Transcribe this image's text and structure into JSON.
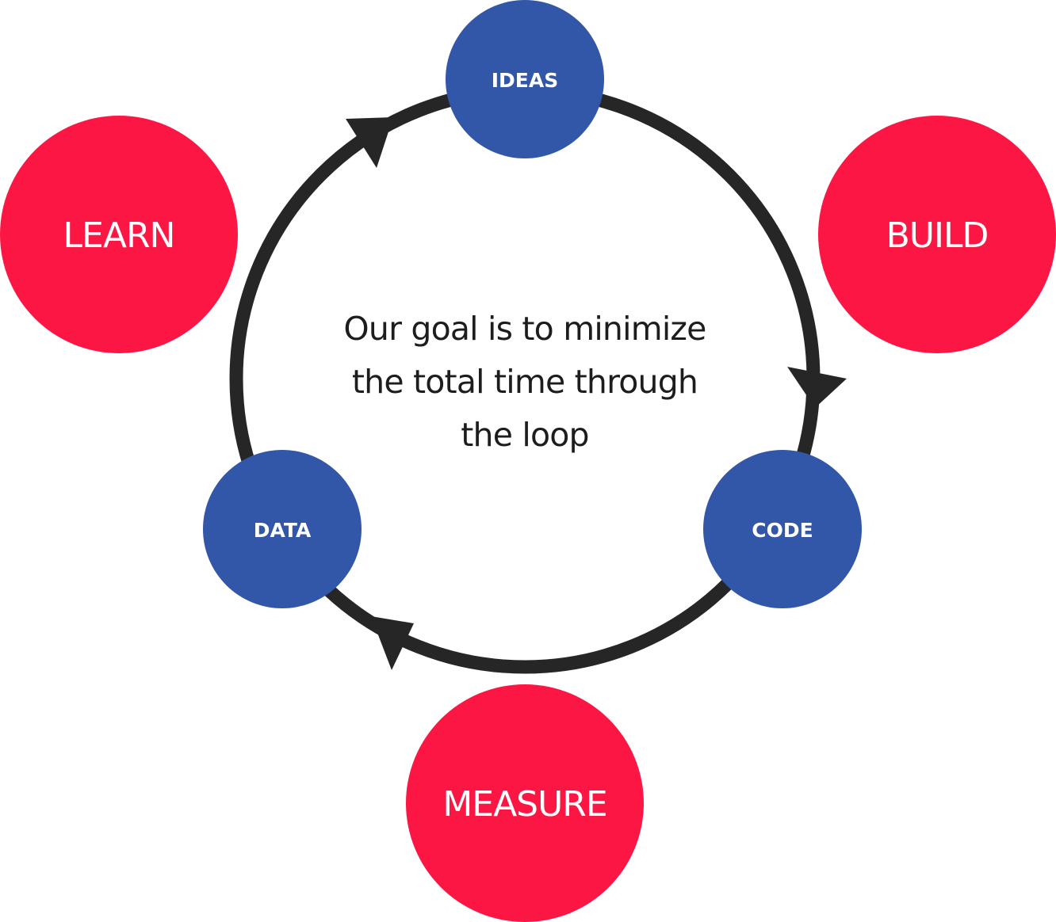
{
  "colors": {
    "phase_red": "#fc1644",
    "step_blue": "#3256a8",
    "loop_stroke": "#262626",
    "text_dark": "#1d1d1d",
    "text_light": "#ffffff"
  },
  "phases": {
    "learn": "LEARN",
    "build": "BUILD",
    "measure": "MEASURE"
  },
  "steps": {
    "ideas": "IDEAS",
    "code": "CODE",
    "data": "DATA"
  },
  "center_text": {
    "line1": "Our goal is to minimize",
    "line2": "the total time through",
    "line3": "the loop"
  }
}
